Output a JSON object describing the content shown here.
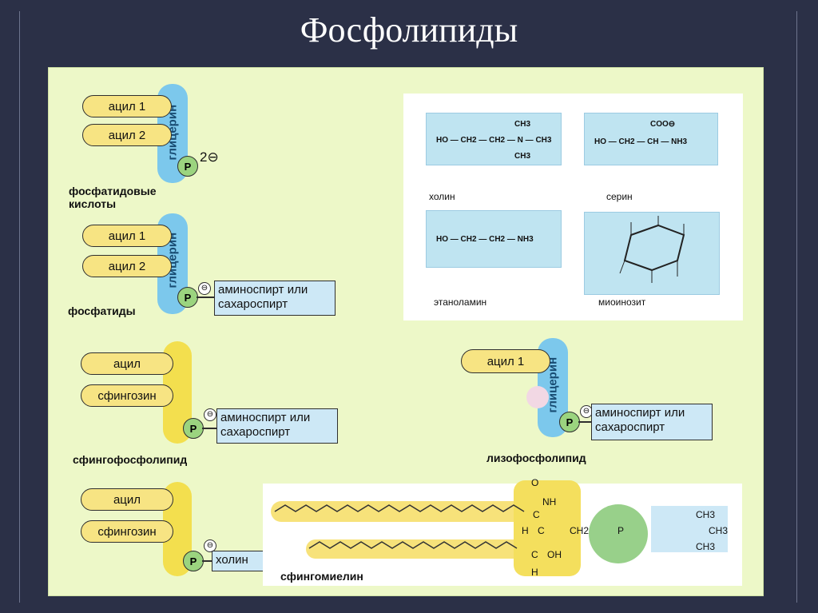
{
  "title": "Фосфолипиды",
  "labels": {
    "acyl1": "ацил 1",
    "acyl2": "ацил 2",
    "acyl": "ацил",
    "glycerol": "глицерин",
    "sphingosine": "сфингозин",
    "phosphate": "P",
    "charge2": "2⊖",
    "charge": "⊖",
    "aminospirit": "аминоспирт или\nсахароспирт",
    "holine": "холин",
    "phosphatide_acids": "фосфатидовые\nкислоты",
    "phosphatides": "фосфатиды",
    "sphingophospholipid": "сфингофосфолипид",
    "lysophospholipid": "лизофосфолипид",
    "sphingomyelin": "сфингомиелин",
    "choline_name": "холин",
    "serine_name": "серин",
    "ethanolamine_name": "этаноламин",
    "myoinositol_name": "миоинозит"
  },
  "formulas": {
    "choline": "HO — CH2 — CH2 — N — CH3",
    "choline_top": "CH3",
    "choline_bottom": "CH3",
    "serine": "HO — CH2 — CH — NH3",
    "serine_top": "COO⊖",
    "ethanolamine": "HO — CH2 — CH2 — NH3",
    "sphingo_n": "NH",
    "sphingo_c": "C",
    "sphingo_o": "O",
    "sphingo_h": "H",
    "sphingo_oh": "OH",
    "sphingo_ch2": "CH2",
    "sphingo_p": "P",
    "sphingo_me": "CH3"
  },
  "colors": {
    "background": "#2b3047",
    "panel": "#eef7c7",
    "yellow": "#f7e483",
    "blue": "#7cc8ec",
    "green": "#9bd47f"
  }
}
